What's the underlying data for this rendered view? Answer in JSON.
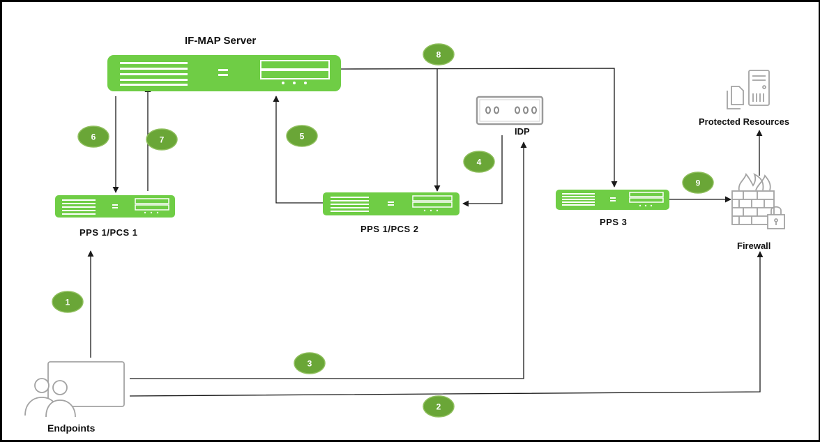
{
  "labels": {
    "ifmap": "IF-MAP Server",
    "pcs1": "PPS 1/PCS 1",
    "pcs2": "PPS 1/PCS 2",
    "pps3": "PPS 3",
    "idp": "IDP",
    "protected": "Protected Resources",
    "firewall": "Firewall",
    "endpoints": "Endpoints"
  },
  "steps": [
    "1",
    "2",
    "3",
    "4",
    "5",
    "6",
    "7",
    "8",
    "9"
  ],
  "colors": {
    "green": "#6fcd45",
    "badge": "#6aa637",
    "badge_border": "#8fbf5d",
    "line": "#1a1a1a",
    "icon_gray": "#a3a3a3"
  },
  "icons": {
    "server": "server-appliance-icon",
    "idp": "idp-device-icon",
    "protected": "file-server-icon",
    "firewall": "firewall-lock-icon",
    "endpoints": "users-monitor-icon"
  }
}
